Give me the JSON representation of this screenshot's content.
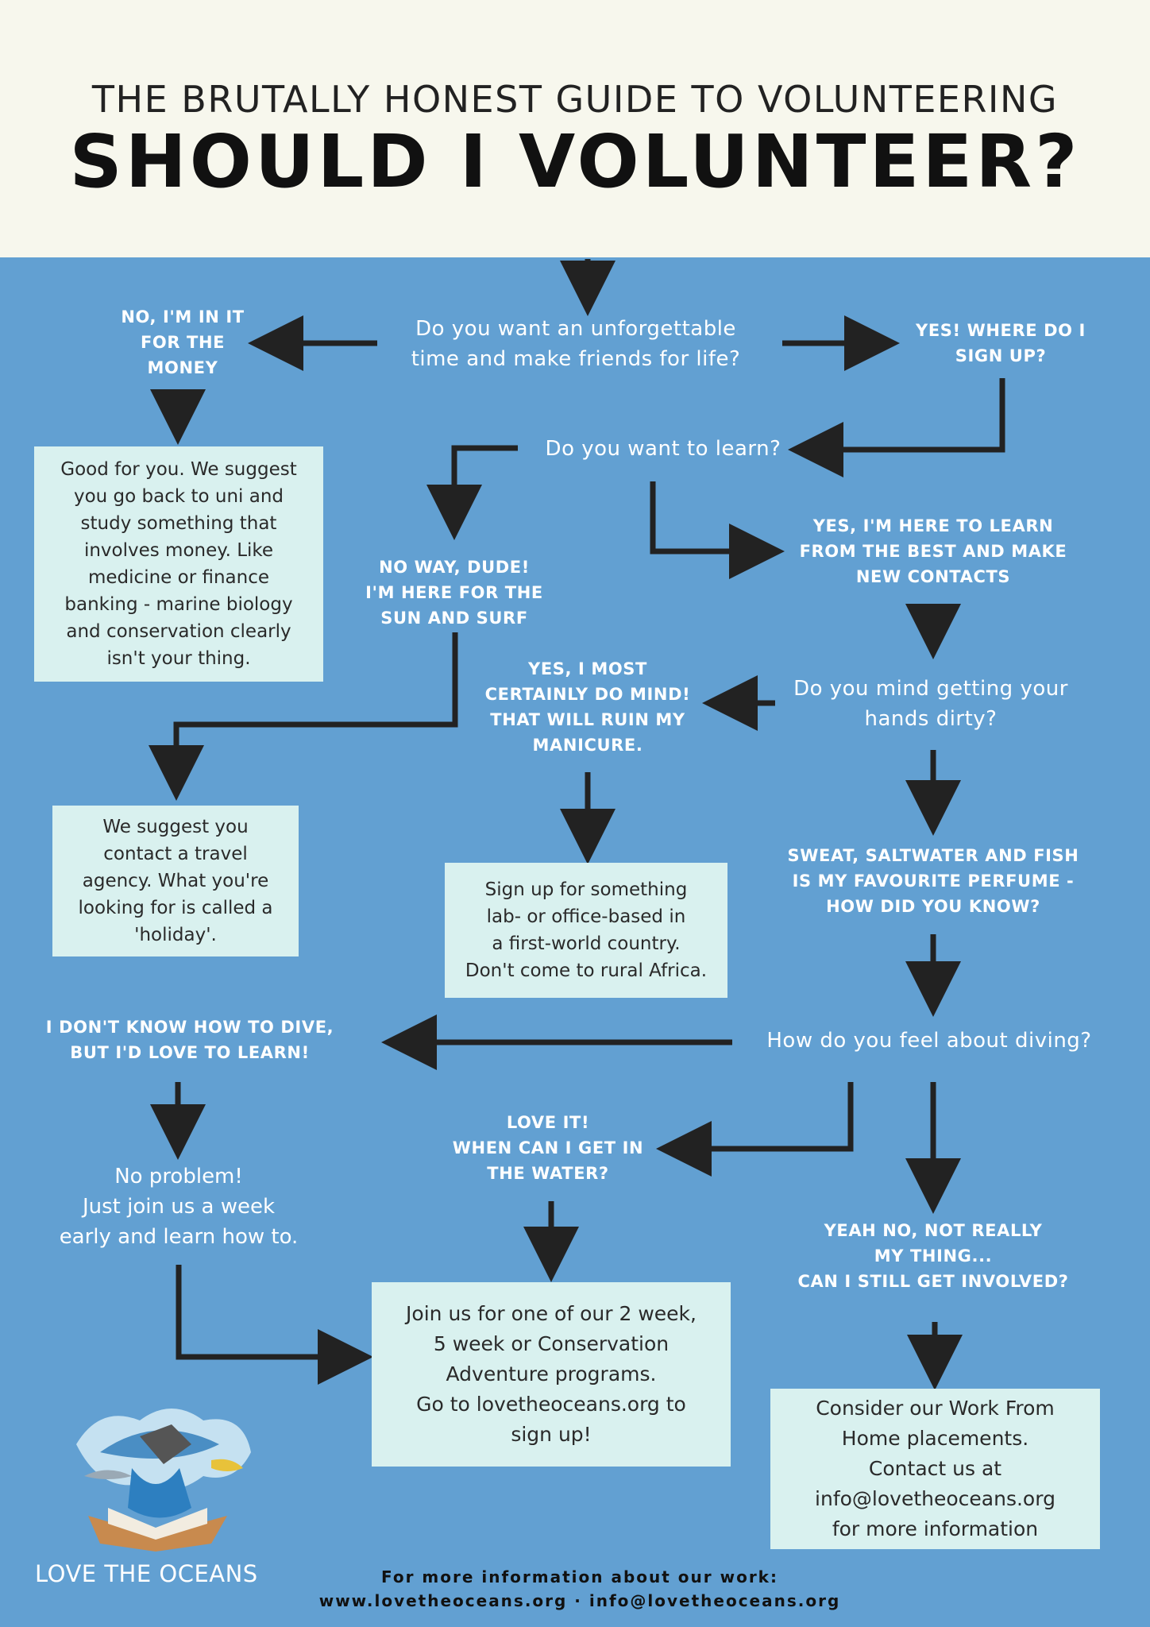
{
  "header": {
    "subtitle": "THE BRUTALLY HONEST GUIDE TO VOLUNTEERING",
    "title": "SHOULD I VOLUNTEER?"
  },
  "flow": {
    "q1": "Do you want an unforgettable\ntime and make friends for life?",
    "a1_no": "NO, I'M IN IT\nFOR THE\nMONEY",
    "a1_yes": "YES! WHERE DO I\nSIGN UP?",
    "box_money": "Good for you. We suggest\nyou go back to uni and\nstudy something that\ninvolves money. Like\nmedicine or finance\nbanking - marine biology\nand conservation clearly\nisn't your thing.",
    "q2": "Do you want to learn?",
    "a2_no": "NO WAY, DUDE!\nI'M HERE FOR THE\nSUN AND SURF",
    "a2_yes": "YES, I'M HERE TO LEARN\nFROM THE BEST AND MAKE\nNEW CONTACTS",
    "box_holiday": "We suggest you\ncontact a travel\nagency. What you're\nlooking for is called a\n'holiday'.",
    "q3": "Do you mind getting your\nhands dirty?",
    "a3_yes": "YES, I MOST\nCERTAINLY DO MIND!\nTHAT WILL RUIN MY\nMANICURE.",
    "box_lab": "Sign up for something\nlab- or office-based in\na first-world country.\nDon't come to rural Africa.",
    "a3_no": "SWEAT, SALTWATER AND FISH\nIS MY FAVOURITE PERFUME -\nHOW DID YOU KNOW?",
    "q4": "How do you feel about diving?",
    "a4_learn": "I DON'T KNOW HOW TO DIVE,\nBUT I'D LOVE TO LEARN!",
    "learn_text": "No problem!\nJust join us a week\nearly and learn how to.",
    "a4_love": "LOVE IT!\nWHEN CAN I GET IN\nTHE WATER?",
    "a4_no": "YEAH NO, NOT REALLY\nMY THING...\nCAN I STILL GET INVOLVED?",
    "box_join": "Join us for one of our 2 week,\n5 week or Conservation\nAdventure programs.\nGo to lovetheoceans.org to\nsign up!",
    "box_wfh": "Consider our Work From\nHome placements.\nContact us at\ninfo@lovetheoceans.org\nfor more information"
  },
  "footer": {
    "line1": "For more information about our work:",
    "line2": "www.lovetheoceans.org · info@lovetheoceans.org",
    "brand": "LOVE THE OCEANS"
  },
  "colors": {
    "background": "#62a0d2",
    "header_bg": "#f7f7ed",
    "box_bg": "#d9f1ef",
    "arrow": "#222222"
  }
}
